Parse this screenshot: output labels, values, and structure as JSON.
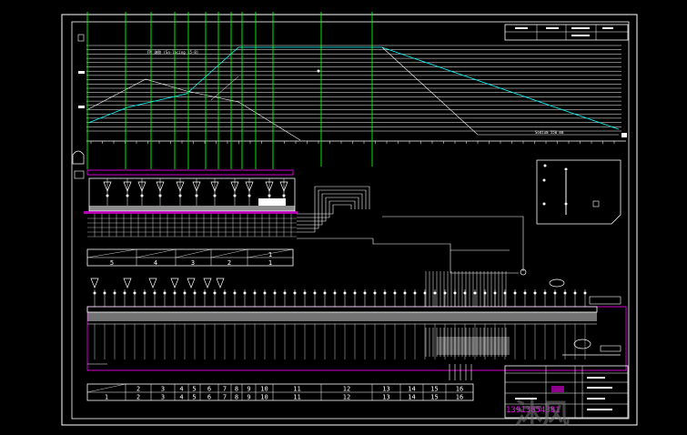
{
  "drawing": {
    "profile_note": "FM 溶胶 (Sn-lacing 15-8)",
    "scale_note": "Sodium 550 mm",
    "phone": "13913854381",
    "logo_text": "沐风",
    "stage_labels": [
      "5",
      "4",
      "3",
      "2",
      "1",
      "1"
    ],
    "bottom_labels_top": [
      "",
      "2",
      "3",
      "4",
      "5",
      "6",
      "7",
      "8",
      "9",
      "10",
      "11",
      "12",
      "13",
      "14",
      "15",
      "16"
    ],
    "bottom_labels_bottom": [
      "1",
      "2",
      "3",
      "4",
      "5",
      "6",
      "7",
      "8",
      "9",
      "10",
      "11",
      "12",
      "13",
      "14",
      "15",
      "16"
    ]
  },
  "colors": {
    "background": "#000000",
    "lines": "#ffffff",
    "grid_verticals": "#00ff00",
    "profile_curve": "#00ffff",
    "highlight": "#ff00ff"
  }
}
